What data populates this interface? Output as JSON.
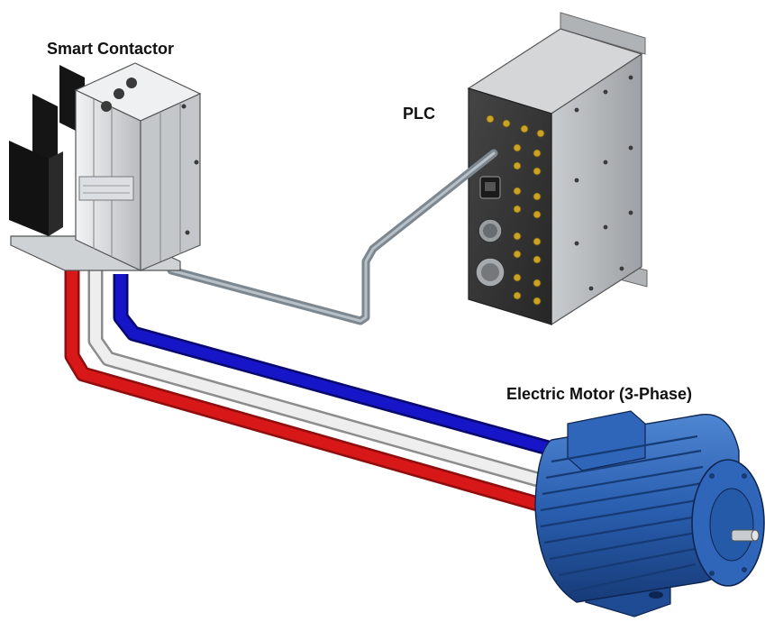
{
  "labels": {
    "contactor": "Smart Contactor",
    "plc": "PLC",
    "motor": "Electric Motor (3-Phase)"
  },
  "colors": {
    "background": "#ffffff",
    "cable_red": "#d81818",
    "cable_white": "#eeeeee",
    "cable_blue": "#1616c8",
    "comm_cable": "#7d8790",
    "motor_blue": "#2a5fb0",
    "plc_face": "#3a3a3a",
    "plc_side": "#bfc2c4",
    "contactor_body": "#d8dadc",
    "contactor_black": "#151515",
    "connector_gold": "#c9a227"
  },
  "components": [
    {
      "name": "Smart Contactor",
      "icon": "contactor-icon"
    },
    {
      "name": "PLC",
      "icon": "plc-icon"
    },
    {
      "name": "Electric Motor (3-Phase)",
      "icon": "motor-icon"
    }
  ]
}
